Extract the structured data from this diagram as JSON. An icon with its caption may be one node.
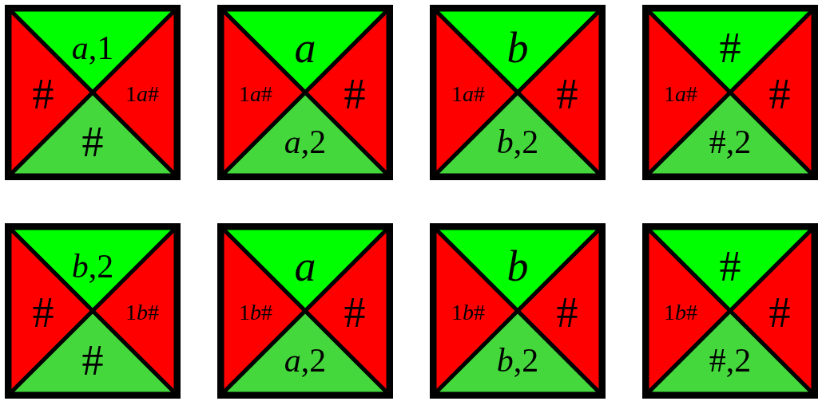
{
  "diagram": {
    "nodes": [
      {
        "text": [],
        "shape": "box"
      },
      {
        "text": [
          "a,1"
        ],
        "in": 0
      },
      {
        "text": [
          "#"
        ],
        "in": 0
      },
      {
        "text": [
          "1a#"
        ],
        "in": 0
      },
      {
        "text": [
          "#"
        ],
        "in": 0
      },
      {
        "text": [],
        "shape": "box"
      },
      {
        "text": [
          "a"
        ],
        "in": 5
      },
      {
        "text": [
          "1a#"
        ],
        "in": 5
      },
      {
        "text": [
          "#"
        ],
        "in": 5
      },
      {
        "text": [
          "a,2"
        ],
        "in": 5
      },
      {
        "text": [],
        "shape": "box"
      },
      {
        "text": [
          "b"
        ],
        "in": 10
      },
      {
        "text": [
          "1a#"
        ],
        "in": 10
      },
      {
        "text": [
          "#"
        ],
        "in": 10
      },
      {
        "text": [
          "b,2"
        ],
        "in": 10
      },
      {
        "text": [],
        "shape": "box"
      },
      {
        "text": [
          "#"
        ],
        "in": 15
      },
      {
        "text": [
          "1a#"
        ],
        "in": 15
      },
      {
        "text": [
          "#"
        ],
        "in": 15
      },
      {
        "text": [
          "#,2"
        ],
        "in": 15
      },
      {
        "text": [],
        "shape": "box"
      },
      {
        "text": [
          "b,2"
        ],
        "in": 20
      },
      {
        "text": [
          "#"
        ],
        "in": 20
      },
      {
        "text": [
          "1b#"
        ],
        "in": 20
      },
      {
        "text": [
          "#"
        ],
        "in": 20
      },
      {
        "text": [],
        "shape": "box"
      },
      {
        "text": [
          "a"
        ],
        "in": 25
      },
      {
        "text": [
          "1b#"
        ],
        "in": 25
      },
      {
        "text": [
          "#"
        ],
        "in": 25
      },
      {
        "text": [
          "a,2"
        ],
        "in": 25
      },
      {
        "text": [],
        "shape": "box"
      },
      {
        "text": [
          "b"
        ],
        "in": 30
      },
      {
        "text": [
          "1b#"
        ],
        "in": 30
      },
      {
        "text": [
          "#"
        ],
        "in": 30
      },
      {
        "text": [
          "b,2"
        ],
        "in": 30
      },
      {
        "text": [],
        "shape": "box"
      },
      {
        "text": [
          "#"
        ],
        "in": 35
      },
      {
        "text": [
          "1b#"
        ],
        "in": 35
      },
      {
        "text": [
          "#"
        ],
        "in": 35
      },
      {
        "text": [
          "#,2"
        ],
        "in": 35
      }
    ],
    "edges": []
  }
}
